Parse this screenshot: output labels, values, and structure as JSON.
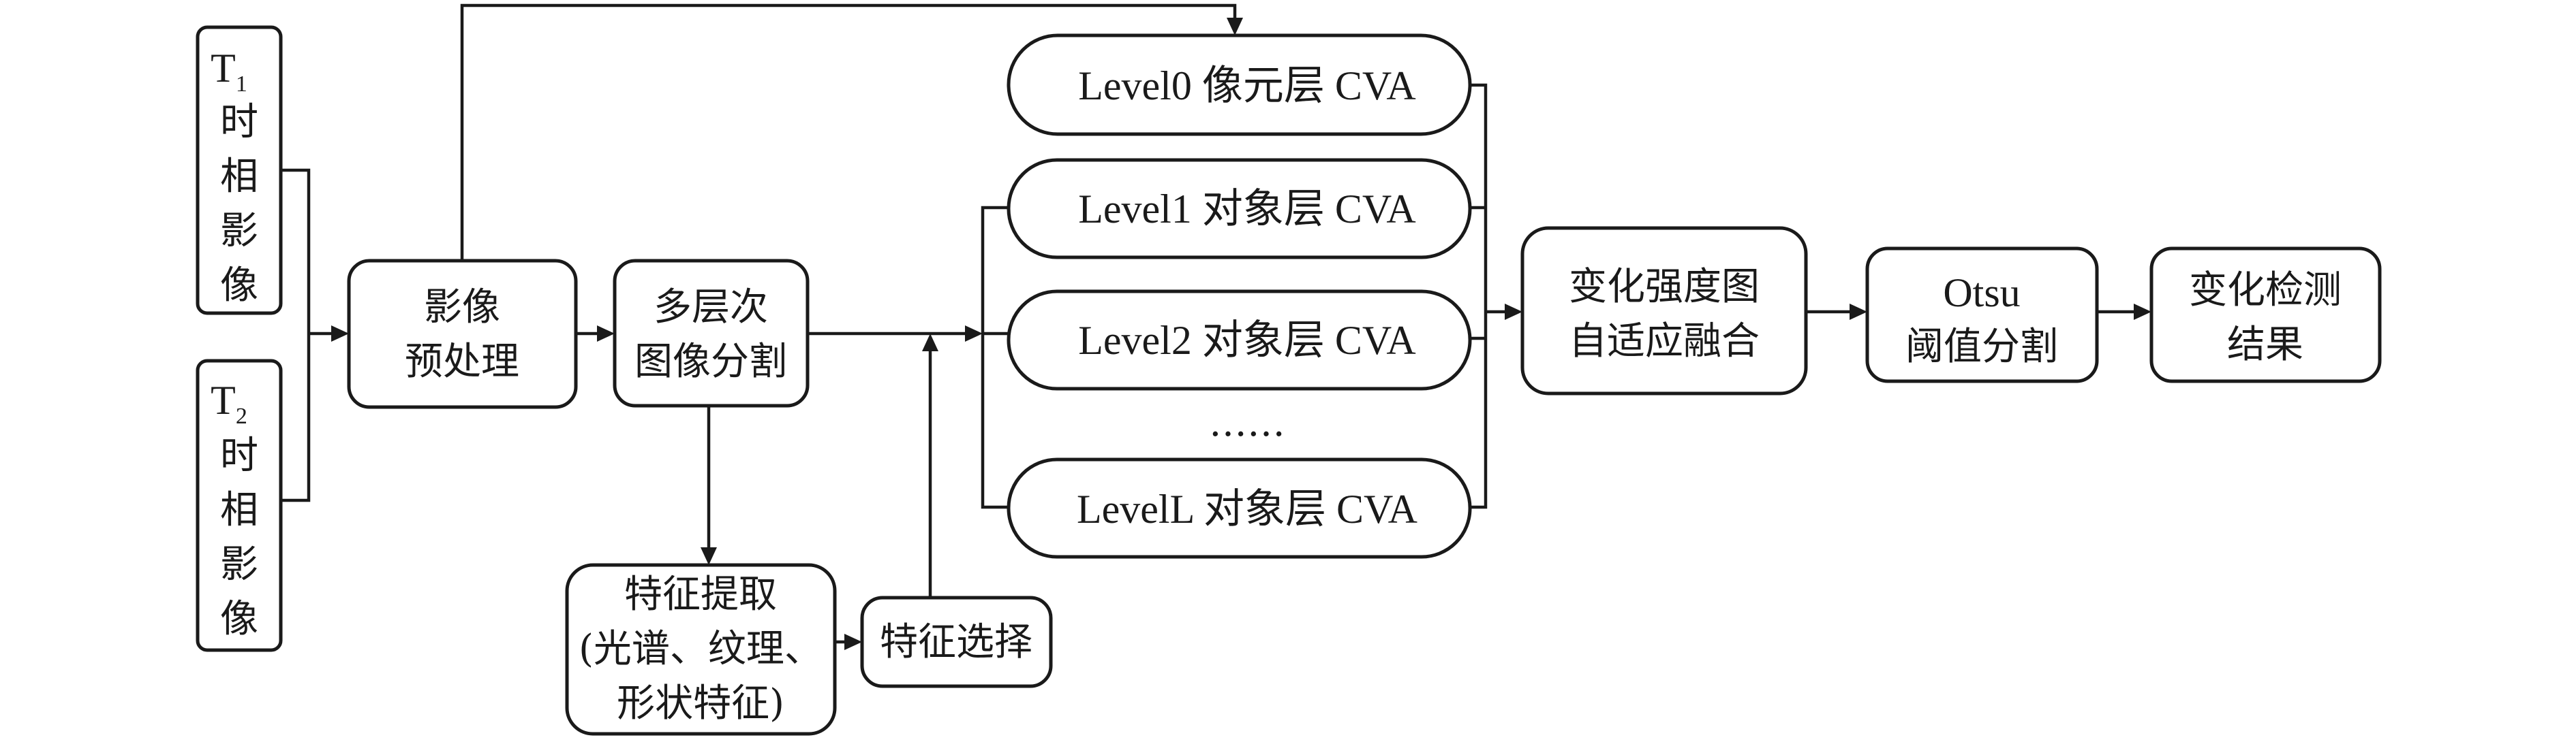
{
  "t1": {
    "prefix": "T",
    "subscript": "1",
    "lines": [
      "时",
      "相",
      "影",
      "像"
    ]
  },
  "t2": {
    "prefix": "T",
    "subscript": "2",
    "lines": [
      "时",
      "相",
      "影",
      "像"
    ]
  },
  "preprocess": [
    "影像",
    "预处理"
  ],
  "segmentation": [
    "多层次",
    "图像分割"
  ],
  "feature_extraction": [
    "特征提取",
    "(光谱、纹理、",
    "形状特征)"
  ],
  "feature_selection": "特征选择",
  "levels": [
    "Level0 像元层 CVA",
    "Level1 对象层 CVA",
    "Level2 对象层 CVA",
    "LevelL 对象层 CVA"
  ],
  "ellipsis": "……",
  "fusion": [
    "变化强度图",
    "自适应融合"
  ],
  "otsu": [
    "Otsu",
    "阈值分割"
  ],
  "result": [
    "变化检测",
    "结果"
  ]
}
